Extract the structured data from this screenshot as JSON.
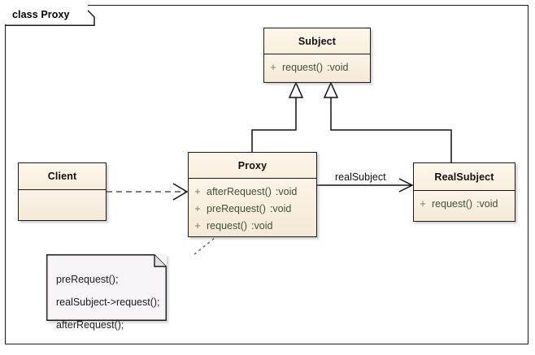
{
  "diagram": {
    "frame_label": "class Proxy",
    "type": "uml-class-diagram"
  },
  "classes": [
    {
      "id": "subject",
      "name": "Subject",
      "members": [
        {
          "visibility": "+",
          "signature": "request()",
          "return": ":void"
        }
      ]
    },
    {
      "id": "proxy",
      "name": "Proxy",
      "members": [
        {
          "visibility": "+",
          "signature": "afterRequest()",
          "return": ":void"
        },
        {
          "visibility": "+",
          "signature": "preRequest()",
          "return": ":void"
        },
        {
          "visibility": "+",
          "signature": "request()",
          "return": ":void"
        }
      ]
    },
    {
      "id": "realsubject",
      "name": "RealSubject",
      "members": [
        {
          "visibility": "+",
          "signature": "request()",
          "return": ":void"
        }
      ]
    },
    {
      "id": "client",
      "name": "Client",
      "members": []
    }
  ],
  "note": {
    "lines": [
      "preRequest();",
      "realSubject->request();",
      "afterRequest();"
    ]
  },
  "connectors": [
    {
      "id": "proxy-generalization",
      "from": "Proxy",
      "to": "Subject",
      "kind": "generalization",
      "label": ""
    },
    {
      "id": "realsubject-generalization",
      "from": "RealSubject",
      "to": "Subject",
      "kind": "generalization",
      "label": ""
    },
    {
      "id": "proxy-realsubject-association",
      "from": "Proxy",
      "to": "RealSubject",
      "kind": "association",
      "label": "realSubject"
    },
    {
      "id": "client-proxy-dependency",
      "from": "Client",
      "to": "Proxy",
      "kind": "dependency",
      "label": ""
    },
    {
      "id": "note-anchor",
      "from": "Note",
      "to": "Proxy",
      "kind": "note-link",
      "label": ""
    }
  ],
  "colors": {
    "class_header_fill": "#fbf2e2",
    "class_body_fill": "#f7edda",
    "class_border": "#1a1a1a",
    "note_fill": "#f7f3f7",
    "member_text": "#41503f",
    "connector": "#111111",
    "background": "#ffffff"
  }
}
